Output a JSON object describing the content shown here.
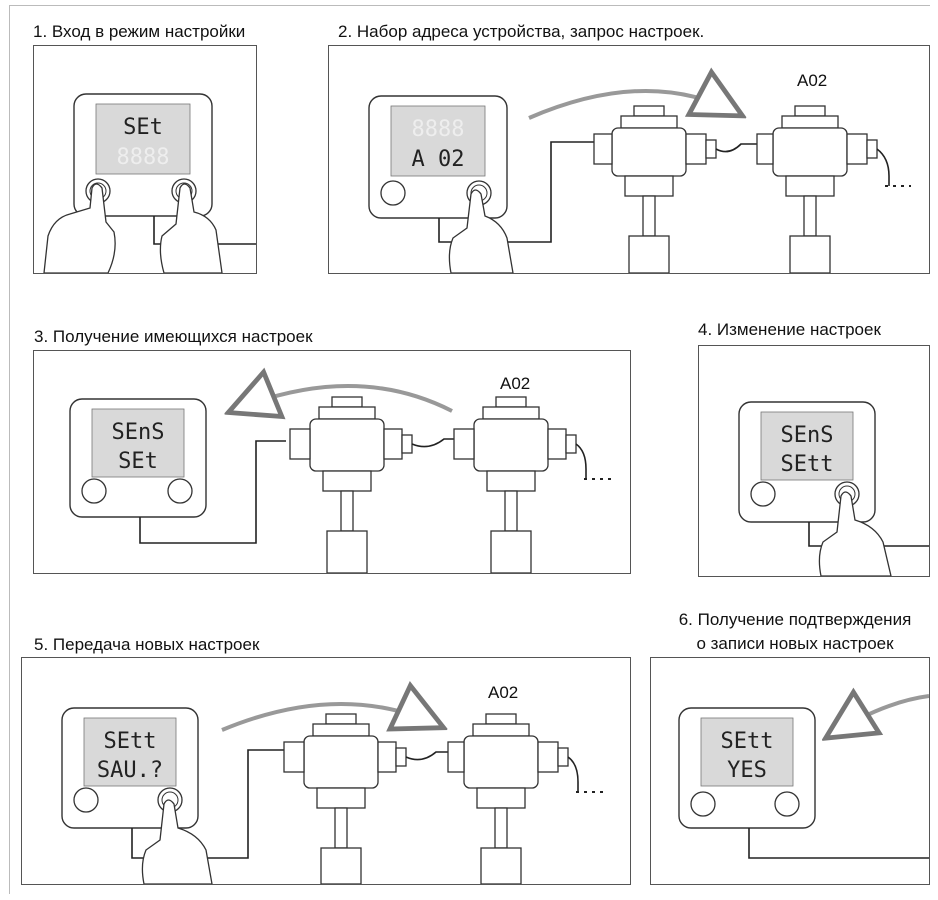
{
  "steps": [
    {
      "caption": "1. Вход в режим настройки",
      "display": [
        "SEt",
        "8888"
      ]
    },
    {
      "caption": "2. Набор адреса устройства, запрос настроек.",
      "display": [
        "8888",
        "A 02"
      ],
      "device_label": "A02"
    },
    {
      "caption": "3. Получение имеющихся настроек",
      "display": [
        "SEnS",
        "SEt"
      ],
      "device_label": "A02"
    },
    {
      "caption": "4. Изменение настроек",
      "display": [
        "SEnS",
        "SEtt"
      ]
    },
    {
      "caption": "5. Передача новых настроек",
      "display": [
        "SEtt",
        "SAU.?"
      ],
      "device_label": "A02"
    },
    {
      "caption_lines": [
        "6. Получение подтверждения",
        "о записи новых настроек"
      ],
      "display": [
        "SEtt",
        "YES"
      ]
    }
  ]
}
